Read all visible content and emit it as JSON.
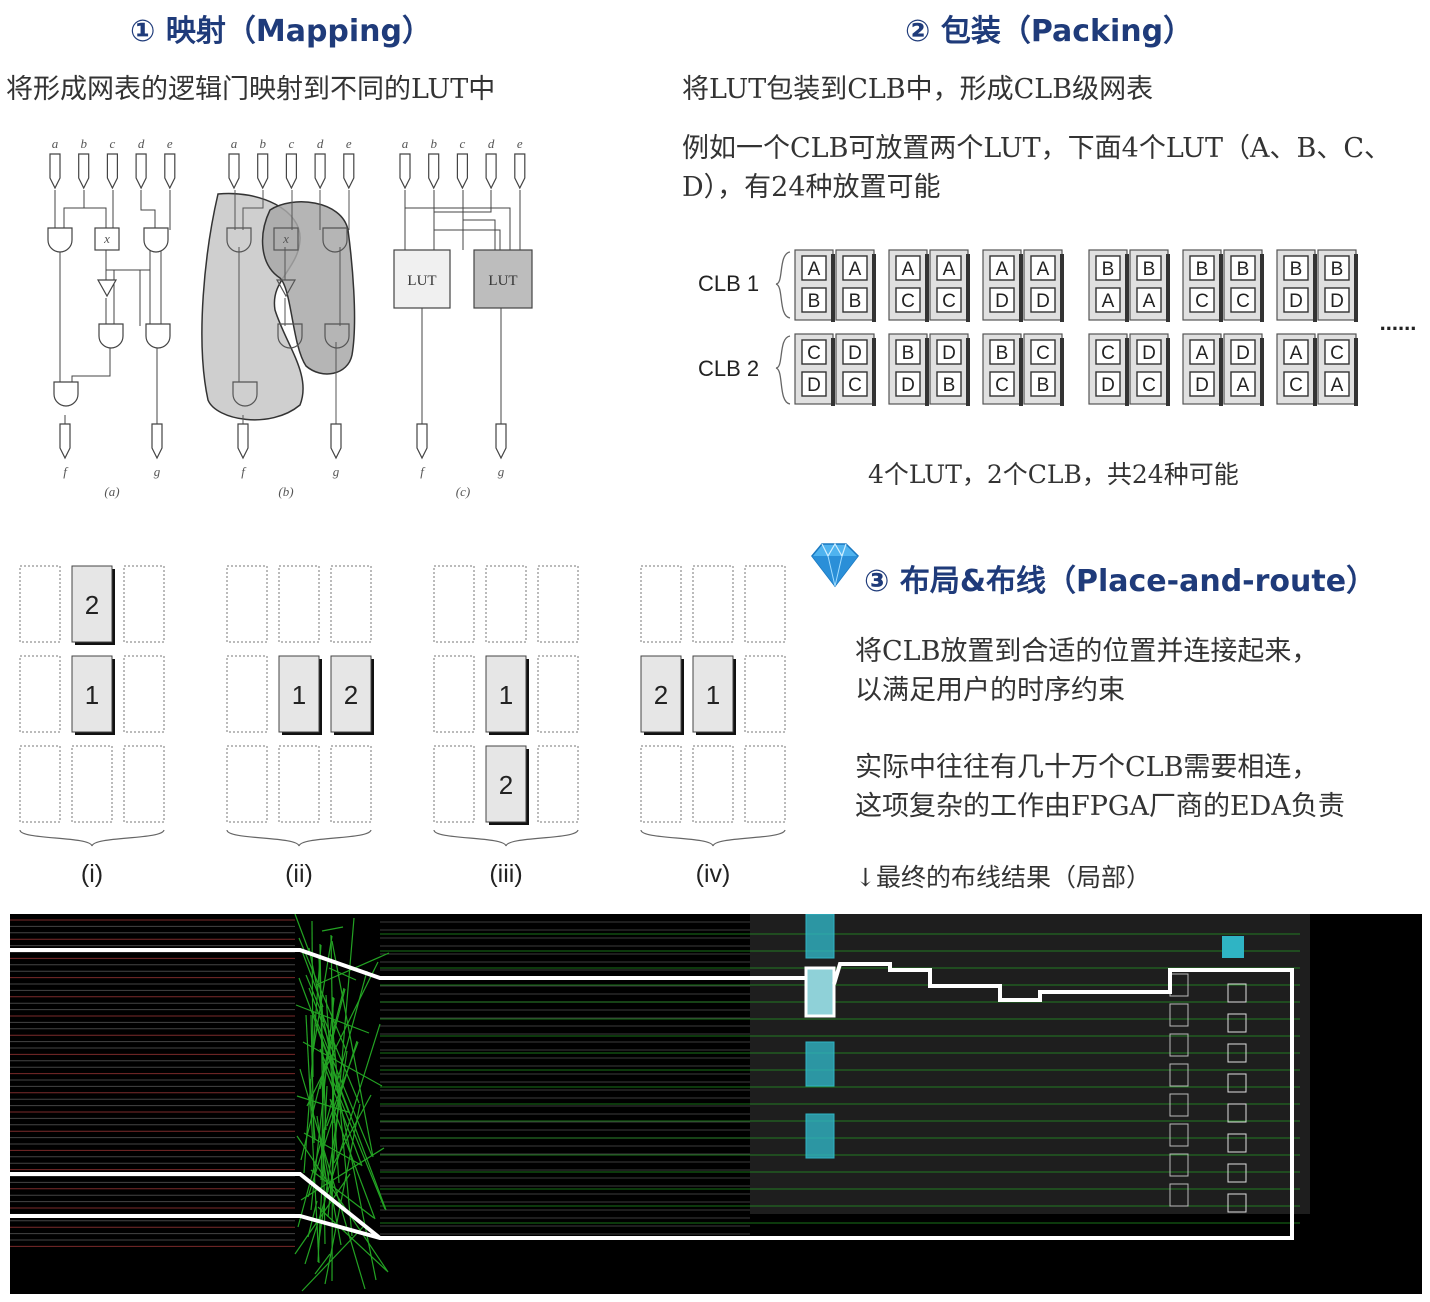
{
  "sections": {
    "mapping": {
      "title": "① 映射（Mapping）",
      "desc": "将形成网表的逻辑门映射到不同的LUT中",
      "inputs": [
        "a",
        "b",
        "c",
        "d",
        "e"
      ],
      "outputs": [
        "f",
        "g"
      ],
      "gate_x_label": "x",
      "lut_label": "LUT",
      "subfigs": [
        "(a)",
        "(b)",
        "(c)"
      ]
    },
    "packing": {
      "title": "② 包装（Packing）",
      "desc1": "将LUT包装到CLB中，形成CLB级网表",
      "desc2_line1": "例如一个CLB可放置两个LUT，下面4个LUT（A、B、C、",
      "desc2_line2": "D），有24种放置可能",
      "clb1": "CLB 1",
      "clb2": "CLB 2",
      "ellipsis": "......",
      "caption": "4个LUT，2个CLB，共24种可能",
      "columns": [
        [
          "A",
          "B",
          "C",
          "D"
        ],
        [
          "A",
          "B",
          "D",
          "C"
        ],
        [
          "A",
          "C",
          "B",
          "D"
        ],
        [
          "A",
          "C",
          "D",
          "B"
        ],
        [
          "A",
          "D",
          "B",
          "C"
        ],
        [
          "A",
          "D",
          "C",
          "B"
        ],
        [
          "B",
          "A",
          "C",
          "D"
        ],
        [
          "B",
          "A",
          "D",
          "C"
        ],
        [
          "B",
          "C",
          "A",
          "D"
        ],
        [
          "B",
          "C",
          "D",
          "A"
        ],
        [
          "B",
          "D",
          "A",
          "C"
        ],
        [
          "B",
          "D",
          "C",
          "A"
        ]
      ]
    },
    "place": {
      "title": "③ 布局&布线（Place-and-route）",
      "desc1_line1": "将CLB放置到合适的位置并连接起来，",
      "desc1_line2": "以满足用户的时序约束",
      "desc2_line1": "实际中往往有几十万个CLB需要相连，",
      "desc2_line2": "这项复杂的工作由FPGA厂商的EDA负责",
      "result_label": "↓最终的布线结果（局部）",
      "grids": [
        {
          "caption": "(i)",
          "cells": [
            [
              "",
              "2",
              ""
            ],
            [
              "",
              "1",
              ""
            ],
            [
              "",
              "",
              ""
            ]
          ]
        },
        {
          "caption": "(ii)",
          "cells": [
            [
              "",
              "",
              ""
            ],
            [
              "",
              "1",
              "2"
            ],
            [
              "",
              "",
              ""
            ]
          ]
        },
        {
          "caption": "(iii)",
          "cells": [
            [
              "",
              "",
              ""
            ],
            [
              "",
              "1",
              ""
            ],
            [
              "",
              "2",
              ""
            ]
          ]
        },
        {
          "caption": "(iv)",
          "cells": [
            [
              "",
              "",
              ""
            ],
            [
              "2",
              "1",
              ""
            ],
            [
              "",
              "",
              ""
            ]
          ]
        }
      ]
    }
  },
  "colors": {
    "heading": "#1f3b7a",
    "route_green": "#23a323",
    "route_white": "#ffffff",
    "cyan_block": "#2fb4c4"
  }
}
